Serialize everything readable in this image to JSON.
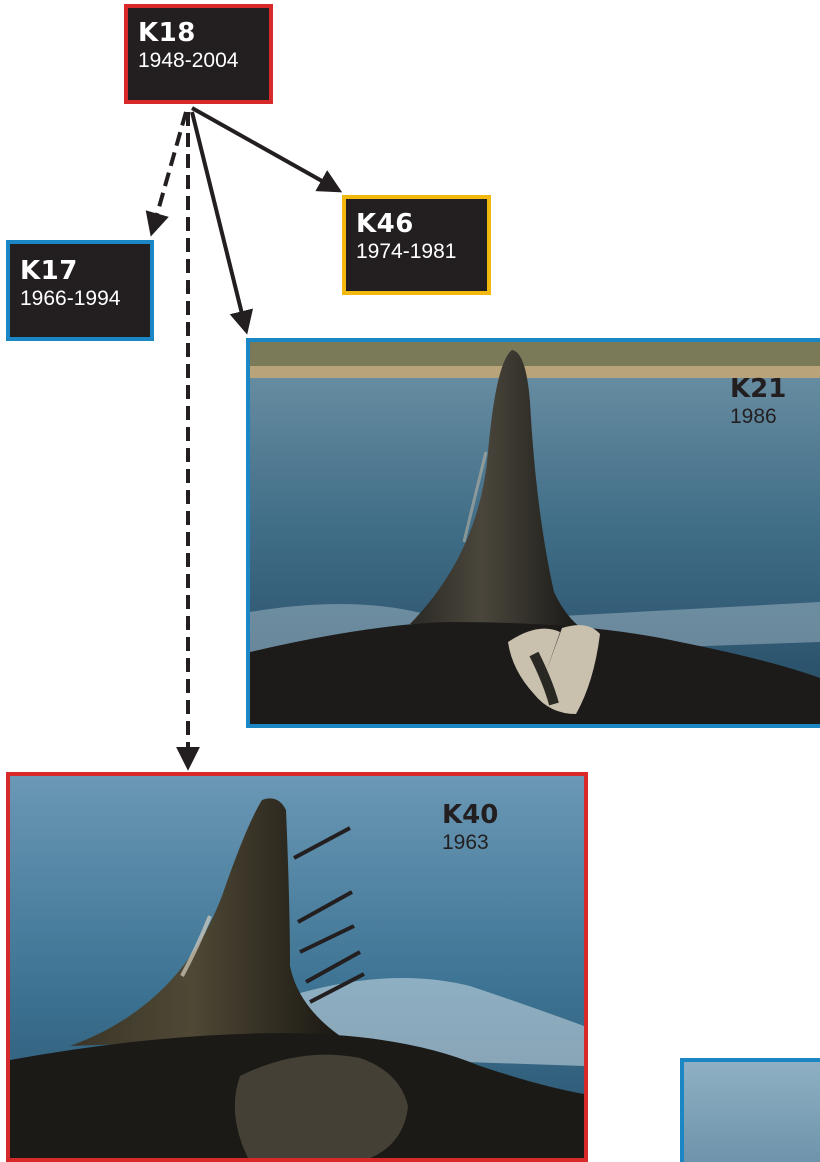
{
  "colors": {
    "female_border": "#d7282a",
    "male_border": "#1b86c4",
    "unknown_border": "#f2b80d",
    "card_fill": "#231f20",
    "arrow": "#231f20"
  },
  "nodes": {
    "k18": {
      "id": "K18",
      "years": "1948-2004",
      "sex_color": "female_border"
    },
    "k17": {
      "id": "K17",
      "years": "1966-1994",
      "sex_color": "male_border"
    },
    "k46": {
      "id": "K46",
      "years": "1974-1981",
      "sex_color": "unknown_border"
    },
    "k21": {
      "id": "K21",
      "years": "1986",
      "sex_color": "male_border"
    },
    "k40": {
      "id": "K40",
      "years": "1963",
      "sex_color": "female_border"
    }
  },
  "edges": [
    {
      "from": "K18",
      "to": "K17",
      "style": "dashed"
    },
    {
      "from": "K18",
      "to": "K46",
      "style": "solid"
    },
    {
      "from": "K18",
      "to": "K21",
      "style": "solid"
    },
    {
      "from": "K18",
      "to": "K40",
      "style": "dashed"
    }
  ]
}
